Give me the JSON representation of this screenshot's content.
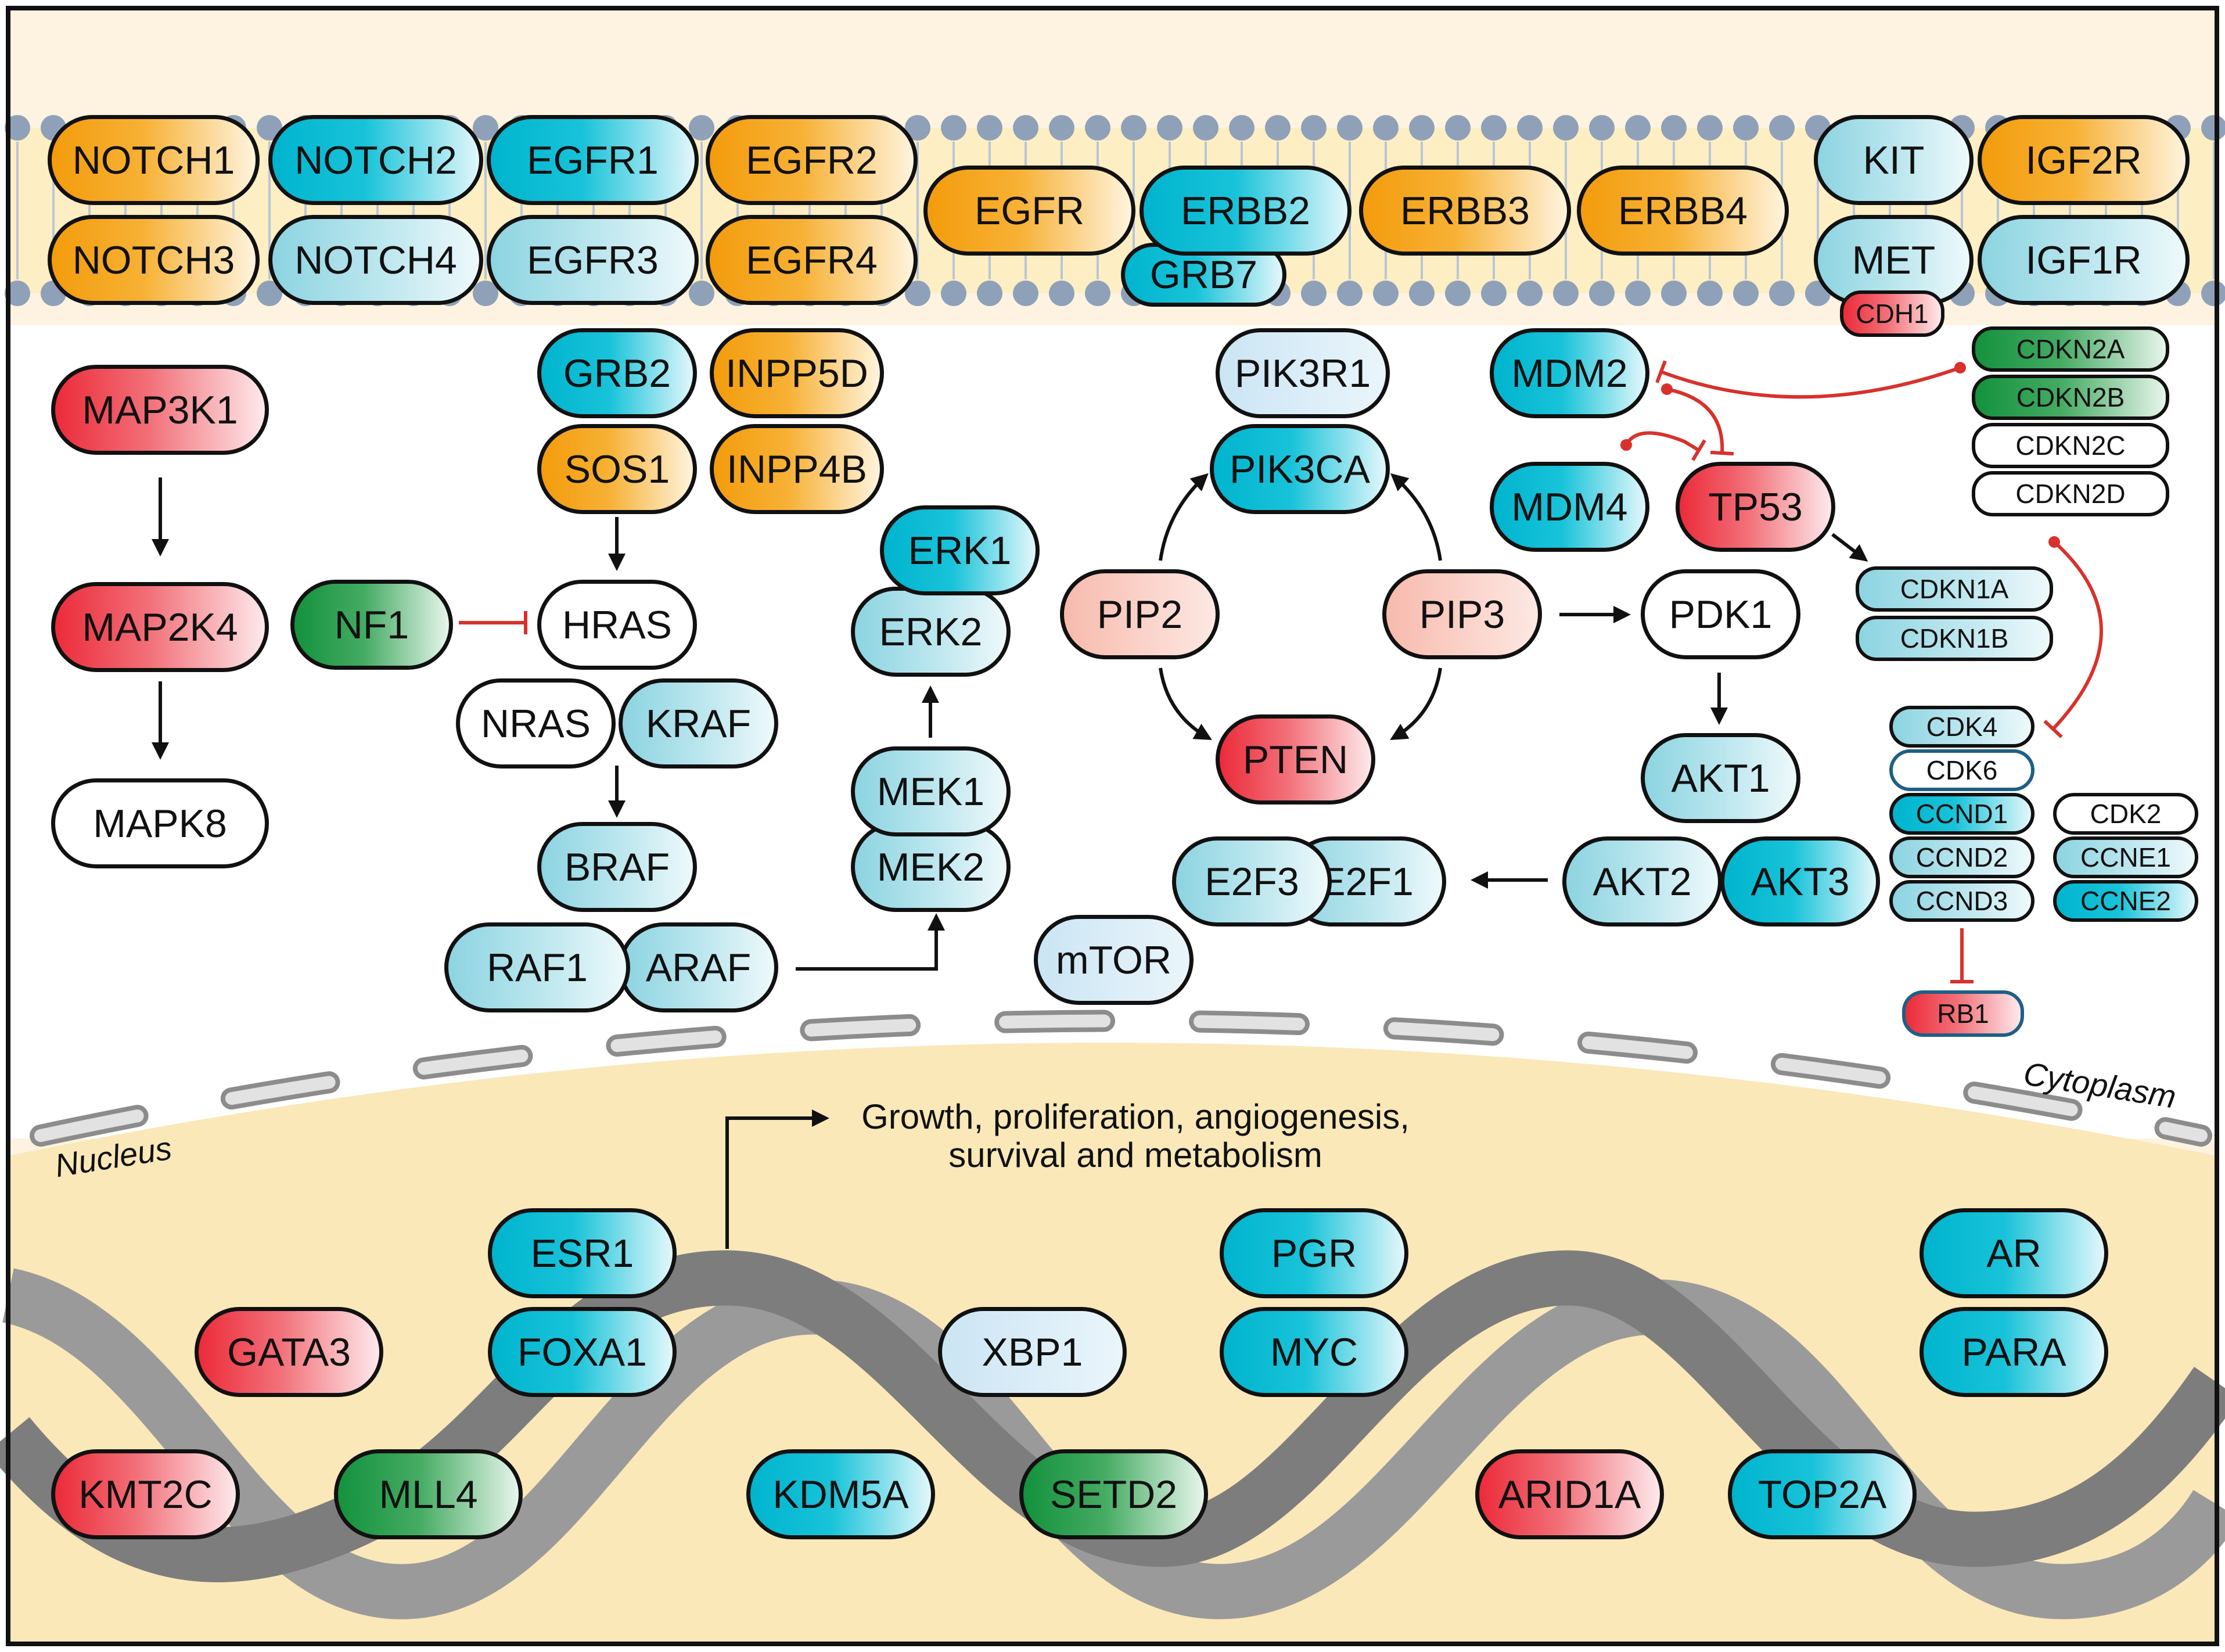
{
  "membrane_genes": [
    {
      "id": "notch1",
      "label": "NOTCH1",
      "color": "orange"
    },
    {
      "id": "notch2",
      "label": "NOTCH2",
      "color": "teal"
    },
    {
      "id": "egfr1",
      "label": "EGFR1",
      "color": "teal"
    },
    {
      "id": "egfr2",
      "label": "EGFR2",
      "color": "orange"
    },
    {
      "id": "notch3",
      "label": "NOTCH3",
      "color": "orange"
    },
    {
      "id": "notch4",
      "label": "NOTCH4",
      "color": "lightteal"
    },
    {
      "id": "egfr3",
      "label": "EGFR3",
      "color": "lightteal"
    },
    {
      "id": "egfr4",
      "label": "EGFR4",
      "color": "orange"
    },
    {
      "id": "egfr",
      "label": "EGFR",
      "color": "orange"
    },
    {
      "id": "erbb2",
      "label": "ERBB2",
      "color": "teal"
    },
    {
      "id": "grb7",
      "label": "GRB7",
      "color": "teal"
    },
    {
      "id": "erbb3",
      "label": "ERBB3",
      "color": "orange"
    },
    {
      "id": "erbb4",
      "label": "ERBB4",
      "color": "orange"
    },
    {
      "id": "kit",
      "label": "KIT",
      "color": "lightteal"
    },
    {
      "id": "igf2r",
      "label": "IGF2R",
      "color": "orange"
    },
    {
      "id": "met",
      "label": "MET",
      "color": "lightteal"
    },
    {
      "id": "igf1r",
      "label": "IGF1R",
      "color": "lightteal"
    },
    {
      "id": "cdh1",
      "label": "CDH1",
      "color": "red"
    }
  ],
  "cytoplasm_genes": [
    {
      "id": "map3k1",
      "label": "MAP3K1",
      "color": "red"
    },
    {
      "id": "map2k4",
      "label": "MAP2K4",
      "color": "red"
    },
    {
      "id": "mapk8",
      "label": "MAPK8",
      "color": "white"
    },
    {
      "id": "grb2",
      "label": "GRB2",
      "color": "teal"
    },
    {
      "id": "sos1",
      "label": "SOS1",
      "color": "orange"
    },
    {
      "id": "inpp5d",
      "label": "INPP5D",
      "color": "orange"
    },
    {
      "id": "inpp4b",
      "label": "INPP4B",
      "color": "orange"
    },
    {
      "id": "nf1",
      "label": "NF1",
      "color": "green"
    },
    {
      "id": "hras",
      "label": "HRAS",
      "color": "white"
    },
    {
      "id": "nras",
      "label": "NRAS",
      "color": "white"
    },
    {
      "id": "kraf",
      "label": "KRAF",
      "color": "lightteal"
    },
    {
      "id": "braf",
      "label": "BRAF",
      "color": "lightteal"
    },
    {
      "id": "raf1",
      "label": "RAF1",
      "color": "lightteal"
    },
    {
      "id": "araf",
      "label": "ARAF",
      "color": "lightteal"
    },
    {
      "id": "erk1",
      "label": "ERK1",
      "color": "teal"
    },
    {
      "id": "erk2",
      "label": "ERK2",
      "color": "lightteal"
    },
    {
      "id": "mek1",
      "label": "MEK1",
      "color": "lightteal"
    },
    {
      "id": "mek2",
      "label": "MEK2",
      "color": "lightteal"
    },
    {
      "id": "pik3r1",
      "label": "PIK3R1",
      "color": "paleblue"
    },
    {
      "id": "pik3ca",
      "label": "PIK3CA",
      "color": "teal"
    },
    {
      "id": "pip2",
      "label": "PIP2",
      "color": "salmon"
    },
    {
      "id": "pip3",
      "label": "PIP3",
      "color": "salmon"
    },
    {
      "id": "pten",
      "label": "PTEN",
      "color": "red"
    },
    {
      "id": "mtor",
      "label": "mTOR",
      "color": "paleblue"
    },
    {
      "id": "e2f3",
      "label": "E2F3",
      "color": "lightteal"
    },
    {
      "id": "e2f1",
      "label": "E2F1",
      "color": "lightteal"
    },
    {
      "id": "mdm2",
      "label": "MDM2",
      "color": "teal"
    },
    {
      "id": "mdm4",
      "label": "MDM4",
      "color": "teal"
    },
    {
      "id": "tp53",
      "label": "TP53",
      "color": "red"
    },
    {
      "id": "pdk1",
      "label": "PDK1",
      "color": "white"
    },
    {
      "id": "akt1",
      "label": "AKT1",
      "color": "lightteal"
    },
    {
      "id": "akt2",
      "label": "AKT2",
      "color": "lightteal"
    },
    {
      "id": "akt3",
      "label": "AKT3",
      "color": "teal"
    }
  ],
  "cell_cycle_genes": [
    {
      "id": "cdkn2a",
      "label": "CDKN2A",
      "color": "green"
    },
    {
      "id": "cdkn2b",
      "label": "CDKN2B",
      "color": "green"
    },
    {
      "id": "cdkn2c",
      "label": "CDKN2C",
      "color": "white"
    },
    {
      "id": "cdkn2d",
      "label": "CDKN2D",
      "color": "white"
    },
    {
      "id": "cdkn1a",
      "label": "CDKN1A",
      "color": "lightteal"
    },
    {
      "id": "cdkn1b",
      "label": "CDKN1B",
      "color": "lightteal"
    },
    {
      "id": "cdk4",
      "label": "CDK4",
      "color": "lightteal"
    },
    {
      "id": "cdk6",
      "label": "CDK6",
      "color": "white"
    },
    {
      "id": "ccnd1",
      "label": "CCND1",
      "color": "teal"
    },
    {
      "id": "ccnd2",
      "label": "CCND2",
      "color": "lightteal"
    },
    {
      "id": "ccnd3",
      "label": "CCND3",
      "color": "lightteal"
    },
    {
      "id": "cdk2",
      "label": "CDK2",
      "color": "white"
    },
    {
      "id": "ccne1",
      "label": "CCNE1",
      "color": "lightteal"
    },
    {
      "id": "ccne2",
      "label": "CCNE2",
      "color": "teal"
    },
    {
      "id": "rb1",
      "label": "RB1",
      "color": "red"
    }
  ],
  "nucleus_genes": [
    {
      "id": "esr1",
      "label": "ESR1",
      "color": "teal"
    },
    {
      "id": "foxa1",
      "label": "FOXA1",
      "color": "teal"
    },
    {
      "id": "gata3",
      "label": "GATA3",
      "color": "red"
    },
    {
      "id": "kmt2c",
      "label": "KMT2C",
      "color": "red"
    },
    {
      "id": "mll4",
      "label": "MLL4",
      "color": "green"
    },
    {
      "id": "xbp1",
      "label": "XBP1",
      "color": "paleblue"
    },
    {
      "id": "kdm5a",
      "label": "KDM5A",
      "color": "teal"
    },
    {
      "id": "pgr",
      "label": "PGR",
      "color": "teal"
    },
    {
      "id": "myc",
      "label": "MYC",
      "color": "teal"
    },
    {
      "id": "setd2",
      "label": "SETD2",
      "color": "green"
    },
    {
      "id": "arid1a",
      "label": "ARID1A",
      "color": "red"
    },
    {
      "id": "top2a",
      "label": "TOP2A",
      "color": "teal"
    },
    {
      "id": "ar",
      "label": "AR",
      "color": "teal"
    },
    {
      "id": "para",
      "label": "PARA",
      "color": "teal"
    }
  ],
  "labels": {
    "outcome_line1": "Growth, proliferation, angiogenesis,",
    "outcome_line2": "survival and metabolism",
    "nucleus": "Nucleus",
    "cytoplasm": "Cytoplasm"
  },
  "colors": {
    "border": "#111111",
    "background": "#fdf3e0",
    "nucleus_fill": "#fae8b8",
    "chromatin_light": "#a7a7a7",
    "chromatin_dark": "#7a7a7a",
    "inhibition": "#d8312c",
    "teal": "#00bfd6",
    "orange": "#f5a31a",
    "red": "#ef3c45",
    "green": "#1a9b47"
  }
}
